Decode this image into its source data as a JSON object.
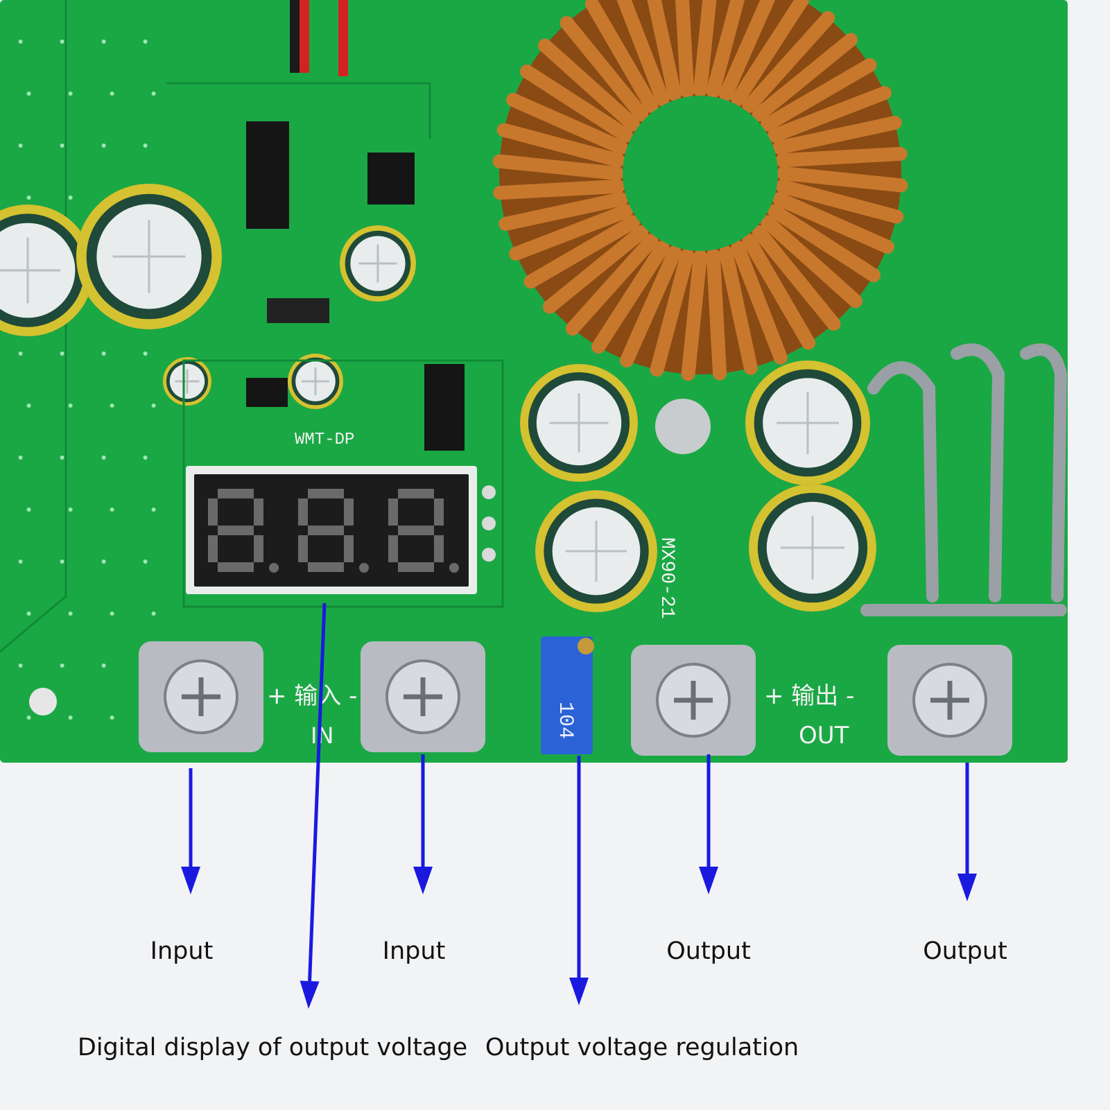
{
  "colors": {
    "pcb": "#1aa845",
    "pcb_dark": "#108a36",
    "copper": "#c8782c",
    "copper_dark": "#8a4a14",
    "capacitor": "#1f4a3a",
    "capacitor_band": "#d4c230",
    "display_bg": "#1c1c1c",
    "segment": "#6a6a6a",
    "terminal": "#b8bcc2",
    "potentiometer": "#2b63d6",
    "arrow": "#1a1adf",
    "background": "#f2f3f5"
  },
  "icons": {
    "arrow": "down-arrow-icon",
    "screw": "phillips-screw-icon"
  },
  "board": {
    "module_label": "WMT-DP",
    "model_label": "MX90-21",
    "input_silkscreen": "+ 输入 -",
    "input_silkscreen_en": "IN",
    "output_silkscreen": "+ 输出 -",
    "output_silkscreen_en": "OUT",
    "potentiometer_code": "104",
    "display_digits": "8.8.8."
  },
  "labels": {
    "input_1": "Input",
    "input_2": "Input",
    "output_1": "Output",
    "output_2": "Output",
    "display": "Digital display of output voltage",
    "regulation": "Output voltage regulation"
  }
}
